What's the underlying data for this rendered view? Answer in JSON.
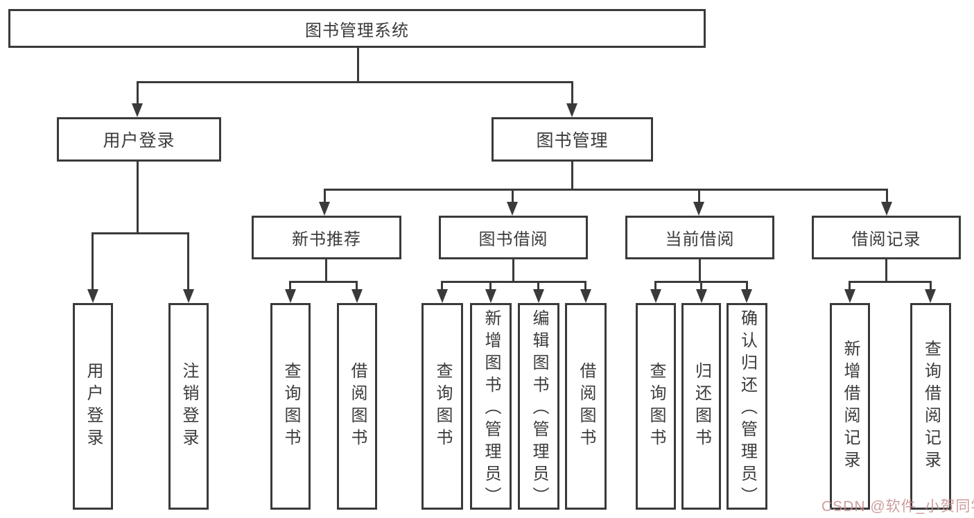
{
  "tree": {
    "label": "图书管理系统",
    "children": [
      {
        "label": "用户登录",
        "children": [
          {
            "label": "用户登录"
          },
          {
            "label": "注销登录"
          }
        ]
      },
      {
        "label": "图书管理",
        "children": [
          {
            "label": "新书推荐",
            "children": [
              {
                "label": "查询图书"
              },
              {
                "label": "借阅图书"
              }
            ]
          },
          {
            "label": "图书借阅",
            "children": [
              {
                "label": "查询图书"
              },
              {
                "label": "新增图书（管理员）"
              },
              {
                "label": "编辑图书（管理员）"
              },
              {
                "label": "借阅图书"
              }
            ]
          },
          {
            "label": "当前借阅",
            "children": [
              {
                "label": "查询图书"
              },
              {
                "label": "归还图书"
              },
              {
                "label": "确认归还（管理员）"
              }
            ]
          },
          {
            "label": "借阅记录",
            "children": [
              {
                "label": "新增借阅记录"
              },
              {
                "label": "查询借阅记录"
              }
            ]
          }
        ]
      }
    ]
  },
  "watermark": {
    "text": "CSDN @软件_小贺同学"
  },
  "colors": {
    "line": "#3a3a3a",
    "text": "#3b3b3b",
    "background": "#ffffff",
    "watermark": "#c58b8b"
  }
}
